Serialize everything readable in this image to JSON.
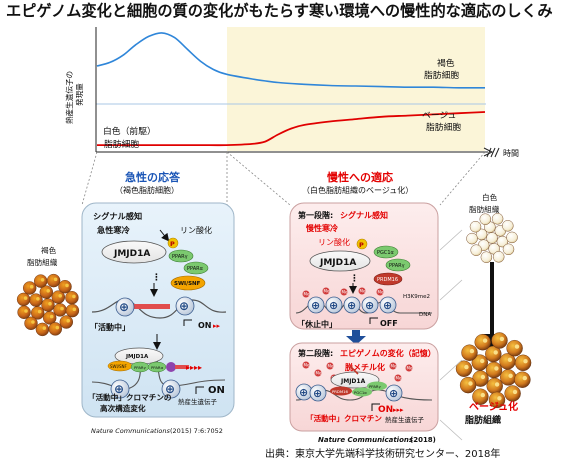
{
  "title": "エピゲノム変化と細胞の質の変化がもたらす寒い環境への慢性的な適応のしくみ",
  "colors": {
    "brown_curve": "#2f86d9",
    "beige_curve": "#e00000",
    "acute_panel": "#dcecf7",
    "chronic_panel": "#fbe3e3",
    "accent_red": "#e30000",
    "accent_blue": "#1a55b6"
  },
  "chart": {
    "ylabel_line1": "熱産生遺伝子の",
    "ylabel_line2": "発現量",
    "xlabel": "時間",
    "brown_label_line1": "褐色",
    "brown_label_line2": "脂肪細胞",
    "beige_label_line1": "ベージュ",
    "beige_label_line2": "脂肪細胞",
    "white_label_line1": "白色（前駆）",
    "white_label_line2": "脂肪細胞"
  },
  "chart_data": {
    "type": "line",
    "xlabel": "時間",
    "ylabel": "熱産生遺伝子の発現量",
    "series": [
      {
        "name": "褐色脂肪細胞",
        "x": [
          0,
          1,
          2,
          3,
          4,
          5,
          6,
          7,
          8,
          9,
          10,
          12,
          14,
          16,
          18,
          20,
          22,
          24,
          26,
          28,
          30
        ],
        "values": [
          0.72,
          0.75,
          0.81,
          0.9,
          0.97,
          1.0,
          0.96,
          0.86,
          0.76,
          0.69,
          0.65,
          0.61,
          0.58,
          0.565,
          0.555,
          0.55,
          0.545,
          0.54,
          0.54,
          0.535,
          0.535
        ]
      },
      {
        "name": "ベージュ脂肪細胞",
        "x": [
          0,
          2,
          4,
          6,
          8,
          10,
          12,
          13,
          14,
          15,
          16,
          18,
          20,
          22,
          24,
          26,
          28,
          30
        ],
        "values": [
          0.05,
          0.05,
          0.05,
          0.05,
          0.05,
          0.05,
          0.06,
          0.08,
          0.14,
          0.19,
          0.22,
          0.25,
          0.27,
          0.29,
          0.3,
          0.31,
          0.32,
          0.33
        ]
      }
    ],
    "reference_line": 0.4,
    "phase_boundary_x": 11,
    "xlim": [
      0,
      30
    ],
    "ylim": [
      0,
      1.05
    ]
  },
  "acute": {
    "title": "急性の応答",
    "subtitle": "（褐色脂肪細胞）",
    "signal_label": "シグナル感知",
    "cold_label": "急性寒冷",
    "phospho_label": "リン酸化",
    "p_mark": "P",
    "jmjd1a": "JMJD1A",
    "pprg": "PPARγ",
    "ppra": "PPARα",
    "swi": "SWI/SNF",
    "active_label": "「活動中」",
    "on": "ON",
    "active2_line1": "「活動中」クロマチンの",
    "active2_line2": "高次構造変化",
    "jmjd1a_small": "JMJD1A",
    "swi_small": "SWI/SNF",
    "pprg_small": "PPARγ",
    "ppra_small": "PPARα",
    "gene_label": "熱産生遺伝子",
    "on2": "ON",
    "citation_journal": "Nature Communications",
    "citation_detail": "(2015) 7:6:7052"
  },
  "chronic": {
    "title": "慢性への適応",
    "subtitle": "（白色脂肪組織のベージュ化）",
    "stage1_prefix": "第一段階:",
    "stage1_text": "シグナル感知",
    "cold_label": "慢性寒冷",
    "phospho_label": "リン酸化",
    "p_mark": "P",
    "jmjd1a": "JMJD1A",
    "pgc": "PGC1α",
    "pprg": "PPARγ",
    "prdm": "PRDM16",
    "h3k": "H3K9me2",
    "dna": "DNA",
    "rest_label": "「休止中」",
    "off": "OFF",
    "me": "Me",
    "stage2_prefix": "第二段階:",
    "stage2_text": "エピゲノムの変化（記憶）",
    "demethyl_label": "脱メチル化",
    "jmjd1a_small": "JMJD1A",
    "prdm_small": "PRDM16",
    "pgc_small": "PGC1α",
    "pprg_small": "PPARγ",
    "active_label": "「活動中」クロマチン",
    "on": "ON",
    "gene_label": "熱産生遺伝子",
    "citation_journal": "Nature Communications",
    "citation_detail": "(2018)"
  },
  "tissue": {
    "brown_line1": "褐色",
    "brown_line2": "脂肪組織",
    "white_line1": "白色",
    "white_line2": "脂肪組織",
    "beige_line1": "ベージュ化",
    "beige_line2": "脂肪組織"
  },
  "source": "出典：東京大学先端科学技術研究センター、2018年"
}
